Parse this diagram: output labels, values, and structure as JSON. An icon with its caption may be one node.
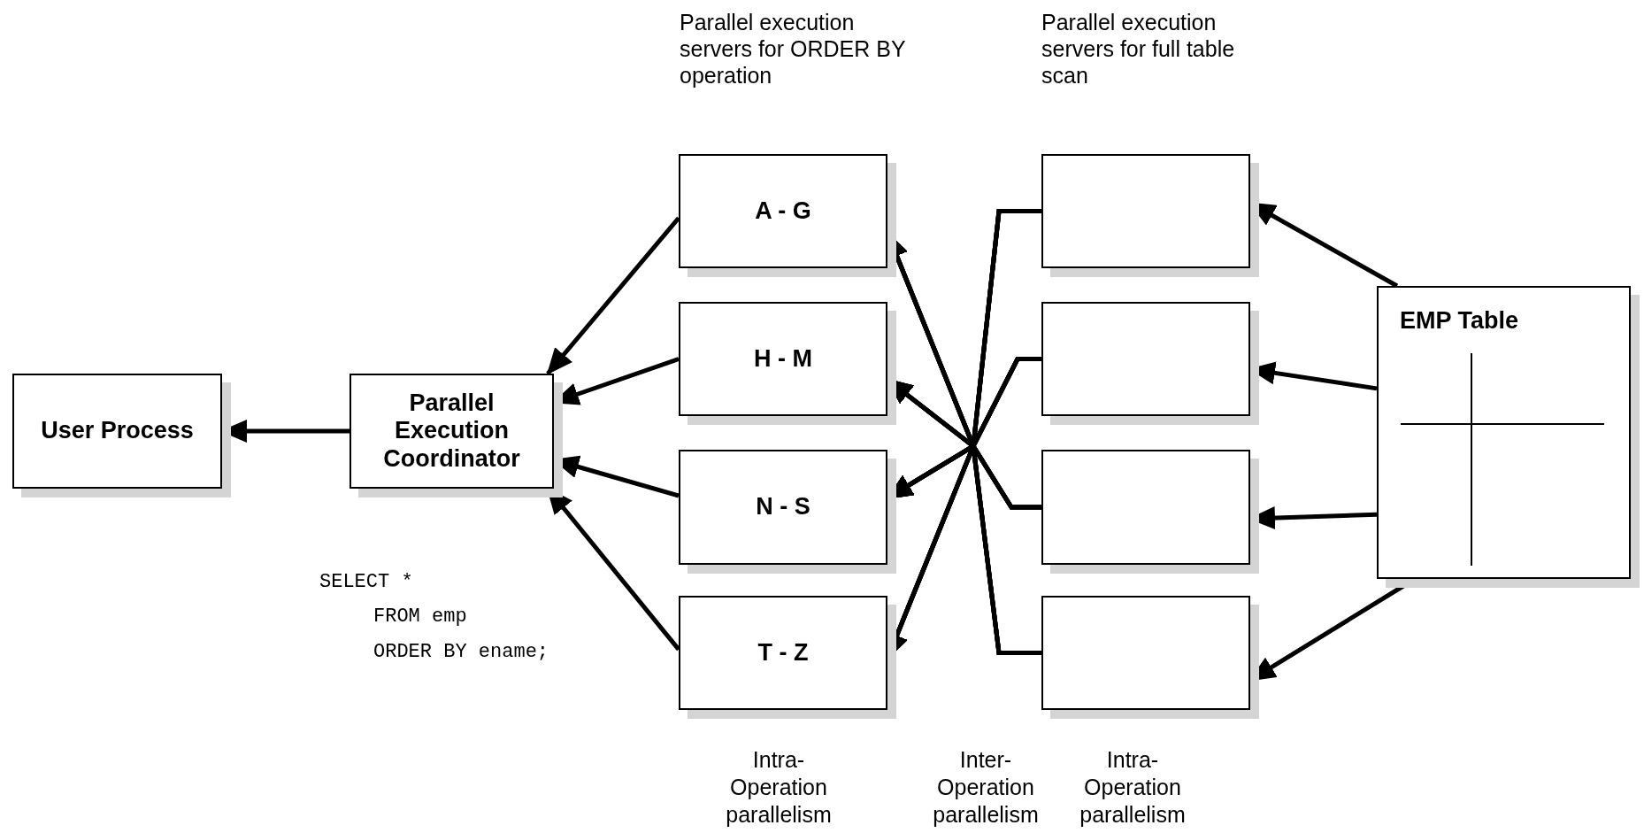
{
  "diagram": {
    "nodes": [
      {
        "text": [
          "User Process"
        ]
      },
      {
        "text": [
          "Parallel Execution Coordinator"
        ]
      },
      {
        "text": [
          "A - G"
        ]
      },
      {
        "text": [
          "H - M"
        ]
      },
      {
        "text": [
          "N - S"
        ]
      },
      {
        "text": [
          "T - Z"
        ]
      },
      {
        "text": [],
        "shape": "box"
      },
      {
        "text": [],
        "shape": "box"
      },
      {
        "text": [],
        "shape": "box"
      },
      {
        "text": [],
        "shape": "box"
      },
      {
        "text": [
          "EMP Table"
        ]
      }
    ],
    "edges": [
      {
        "from": 1,
        "to": 0,
        "arrow": "to"
      },
      {
        "from": 2,
        "to": 1,
        "arrow": "to"
      },
      {
        "from": 3,
        "to": 1,
        "arrow": "to"
      },
      {
        "from": 4,
        "to": 1,
        "arrow": "to"
      },
      {
        "from": 5,
        "to": 1,
        "arrow": "to"
      },
      {
        "from": 6,
        "to": 2,
        "arrow": "to"
      },
      {
        "from": 6,
        "to": 3,
        "arrow": "to"
      },
      {
        "from": 6,
        "to": 4,
        "arrow": "to"
      },
      {
        "from": 6,
        "to": 5,
        "arrow": "to"
      },
      {
        "from": 7,
        "to": 2,
        "arrow": "to"
      },
      {
        "from": 7,
        "to": 3,
        "arrow": "to"
      },
      {
        "from": 7,
        "to": 4,
        "arrow": "to"
      },
      {
        "from": 7,
        "to": 5,
        "arrow": "to"
      },
      {
        "from": 8,
        "to": 2,
        "arrow": "to"
      },
      {
        "from": 8,
        "to": 3,
        "arrow": "to"
      },
      {
        "from": 8,
        "to": 4,
        "arrow": "to"
      },
      {
        "from": 8,
        "to": 5,
        "arrow": "to"
      },
      {
        "from": 9,
        "to": 2,
        "arrow": "to"
      },
      {
        "from": 9,
        "to": 3,
        "arrow": "to"
      },
      {
        "from": 9,
        "to": 4,
        "arrow": "to"
      },
      {
        "from": 9,
        "to": 5,
        "arrow": "to"
      },
      {
        "from": 10,
        "to": 6,
        "arrow": "to"
      },
      {
        "from": 10,
        "to": 7,
        "arrow": "to"
      },
      {
        "from": 10,
        "to": 8,
        "arrow": "to"
      },
      {
        "from": 10,
        "to": 9,
        "arrow": "to"
      }
    ],
    "labels": [
      "Parallel execution servers for ORDER BY operation",
      "Parallel execution servers for full table scan",
      "SELECT *",
      "FROM emp",
      "ORDER BY ename;",
      "Intra- Operation parallelism",
      "Inter- Operation parallelism",
      "Intra- Operation parallelism"
    ]
  }
}
